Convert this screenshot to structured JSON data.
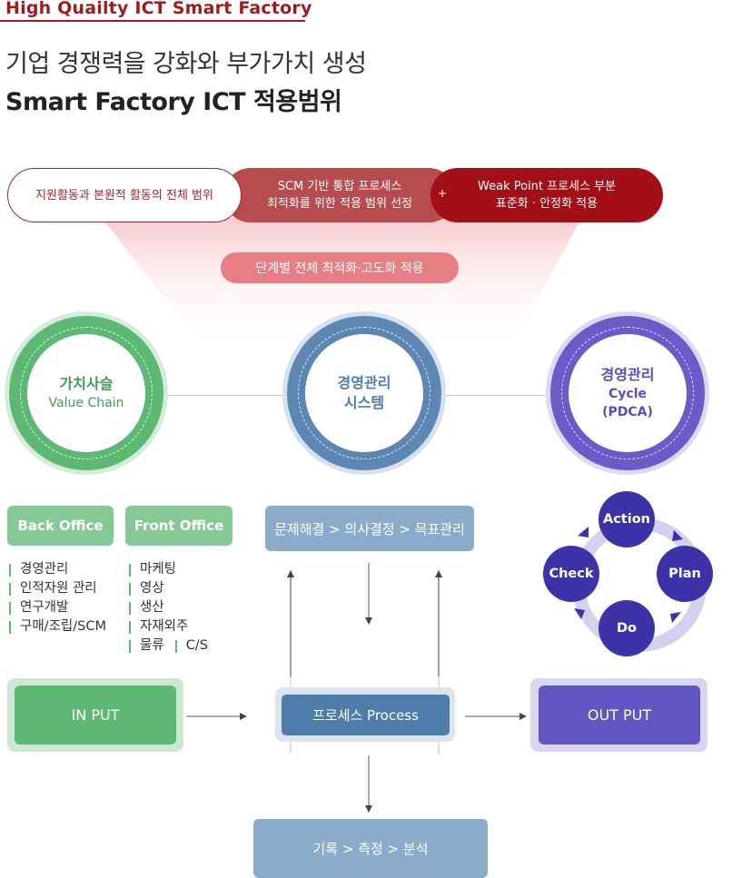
{
  "header": {
    "eyebrow": "High Quailty ICT Smart Factory",
    "subtitle": "기업 경쟁력을 강화와 부가가치 생성",
    "title": "Smart Factory ICT 적용범위"
  },
  "scope": {
    "pill1": "지원활동과 본원적 활동의 전체 범위",
    "pill2_line1": "SCM 기반 통합 프로세스",
    "pill2_line2": "최적화를 위한 적용 범위 선정",
    "pill3_line1": "Weak Point 프로세스 부분",
    "pill3_line2": "표준화 · 안정화 적용",
    "plus": "+",
    "stage": "단계별 전체 최적화·고도화 적용"
  },
  "circles": {
    "value_chain_ko": "가치사슬",
    "value_chain_en": "Value Chain",
    "mgmt_system_line1": "경영관리",
    "mgmt_system_line2": "시스템",
    "mgmt_cycle_line1": "경영관리",
    "mgmt_cycle_line2": "Cycle",
    "mgmt_cycle_line3": "(PDCA)"
  },
  "back_office": {
    "label": "Back Office",
    "items": [
      "경영관리",
      "인적자원 관리",
      "연구개발",
      "구매/조립/SCM"
    ]
  },
  "front_office": {
    "label": "Front Office",
    "items": [
      "마케팅",
      "영상",
      "생산",
      "자재외주",
      "물류"
    ],
    "extra": "C/S"
  },
  "process": {
    "top": "문제해결 > 의사결정 > 목표관리",
    "center": "프로세스 Process",
    "bottom": "기록 > 측정  > 분석"
  },
  "pdca": {
    "action": "Action",
    "plan": "Plan",
    "do": "Do",
    "check": "Check"
  },
  "io": {
    "input": "IN PUT",
    "output": "OUT PUT"
  },
  "colors": {
    "brand_red": "#9e1b1e",
    "green": "#5cb872",
    "blue": "#5d87b2",
    "purple": "#6a5bc8",
    "pdca_node": "#3d33a8"
  }
}
